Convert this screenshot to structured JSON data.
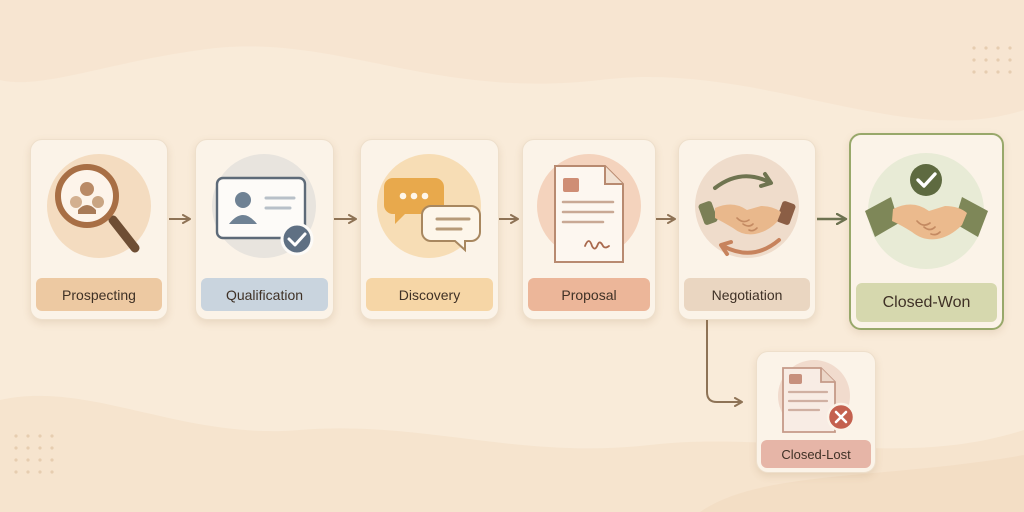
{
  "stages": [
    {
      "label": "Prospecting",
      "icon": "magnifier-people-icon",
      "label_color": "#edc9a2"
    },
    {
      "label": "Qualification",
      "icon": "id-card-check-icon",
      "label_color": "#c9d4de"
    },
    {
      "label": "Discovery",
      "icon": "chat-bubbles-icon",
      "label_color": "#f6d6a6"
    },
    {
      "label": "Proposal",
      "icon": "document-icon",
      "label_color": "#ecb699"
    },
    {
      "label": "Negotiation",
      "icon": "handshake-cycle-icon",
      "label_color": "#ead6c1"
    }
  ],
  "won": {
    "label": "Closed-Won",
    "icon": "handshake-check-icon",
    "label_color": "#d6d8ae",
    "border_color": "#98a86a"
  },
  "lost": {
    "label": "Closed-Lost",
    "icon": "document-x-icon",
    "label_color": "#e6b5a7"
  },
  "colors": {
    "background": "#f9ebd9",
    "card": "#fbf3e8",
    "connector": "#8e7356"
  }
}
